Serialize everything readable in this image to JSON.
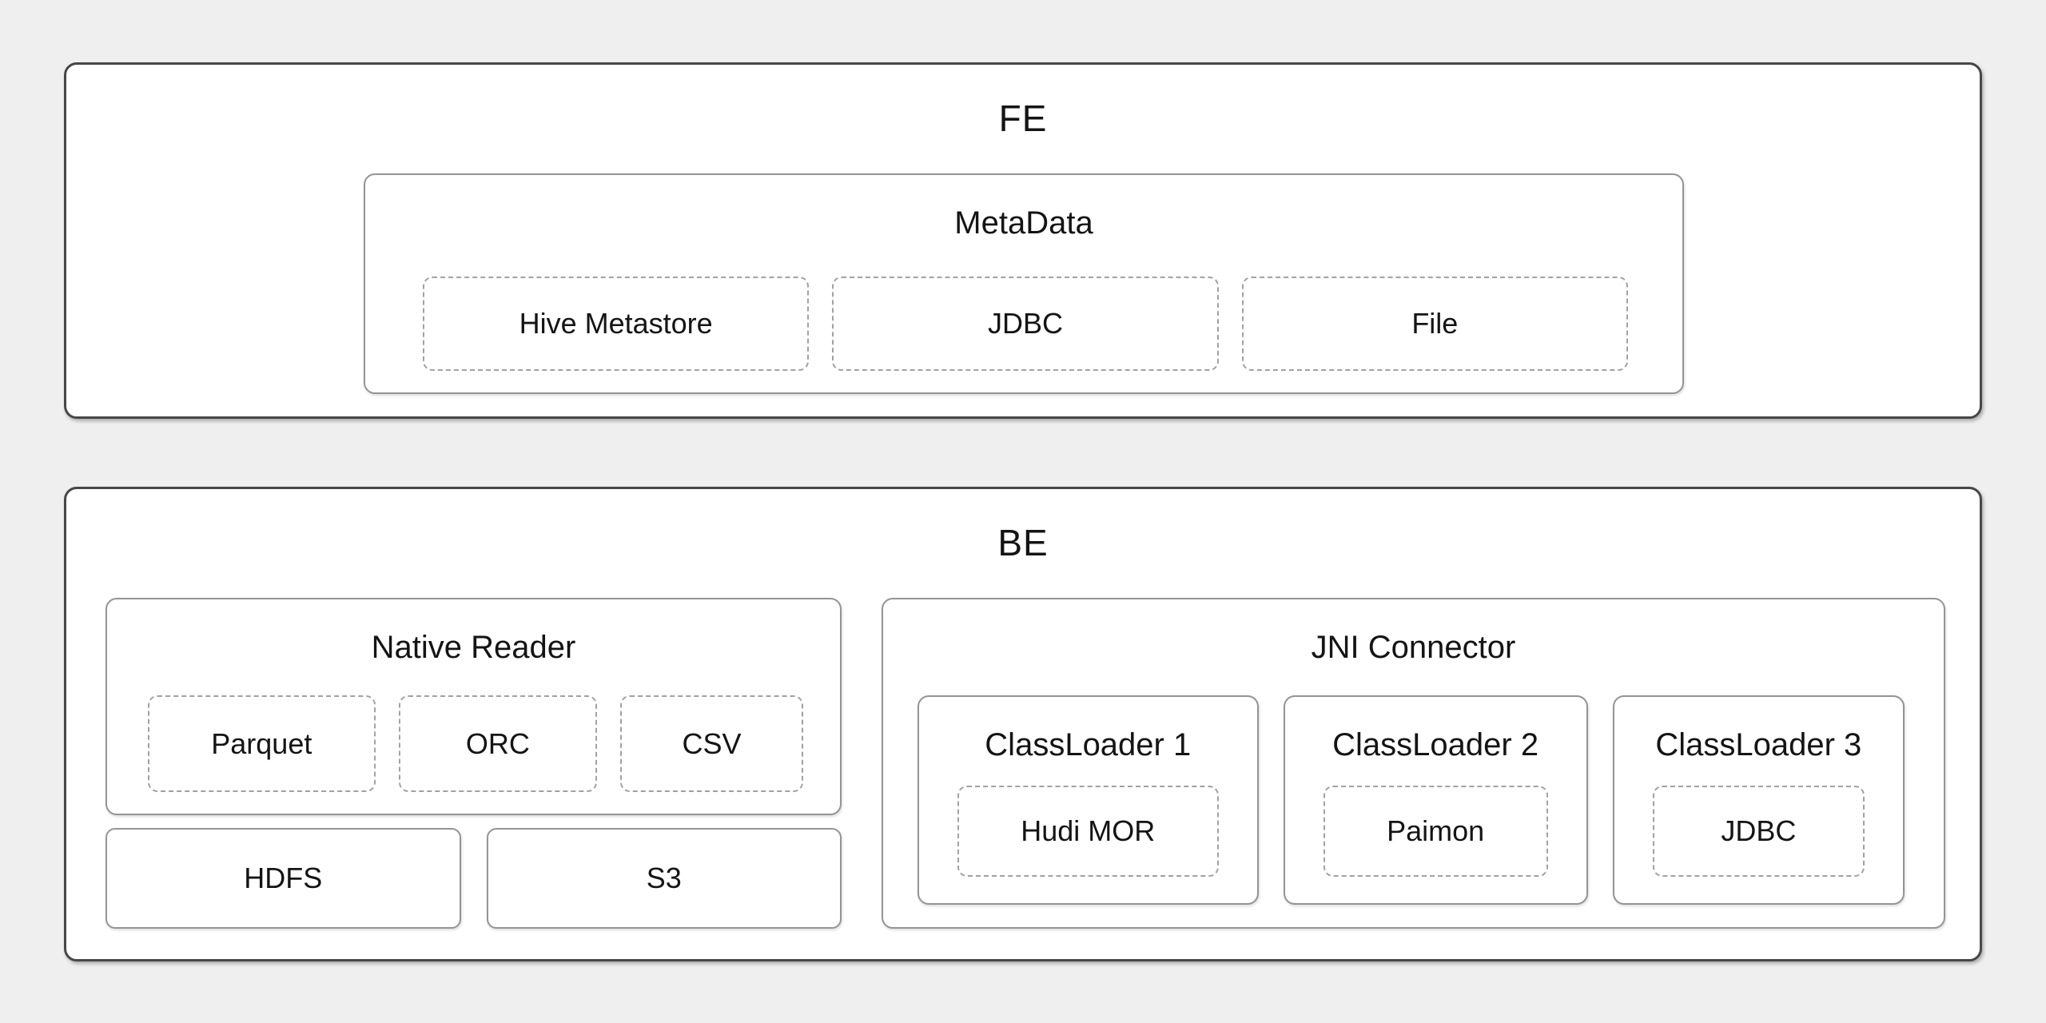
{
  "colors": {
    "page_background": "#efefef",
    "panel_background": "#ffffff",
    "outer_border": "#474747",
    "inner_border": "#949494",
    "dashed_border": "#a1a1a1",
    "text": "#141414"
  },
  "fe": {
    "title": "FE",
    "metadata": {
      "title": "MetaData",
      "items": [
        {
          "label": "Hive Metastore"
        },
        {
          "label": "JDBC"
        },
        {
          "label": "File"
        }
      ]
    }
  },
  "be": {
    "title": "BE",
    "native_reader": {
      "title": "Native Reader",
      "items": [
        {
          "label": "Parquet"
        },
        {
          "label": "ORC"
        },
        {
          "label": "CSV"
        }
      ]
    },
    "storage": [
      {
        "label": "HDFS"
      },
      {
        "label": "S3"
      }
    ],
    "jni_connector": {
      "title": "JNI Connector",
      "classloaders": [
        {
          "title": "ClassLoader 1",
          "item": "Hudi MOR"
        },
        {
          "title": "ClassLoader 2",
          "item": "Paimon"
        },
        {
          "title": "ClassLoader 3",
          "item": "JDBC"
        }
      ]
    }
  }
}
